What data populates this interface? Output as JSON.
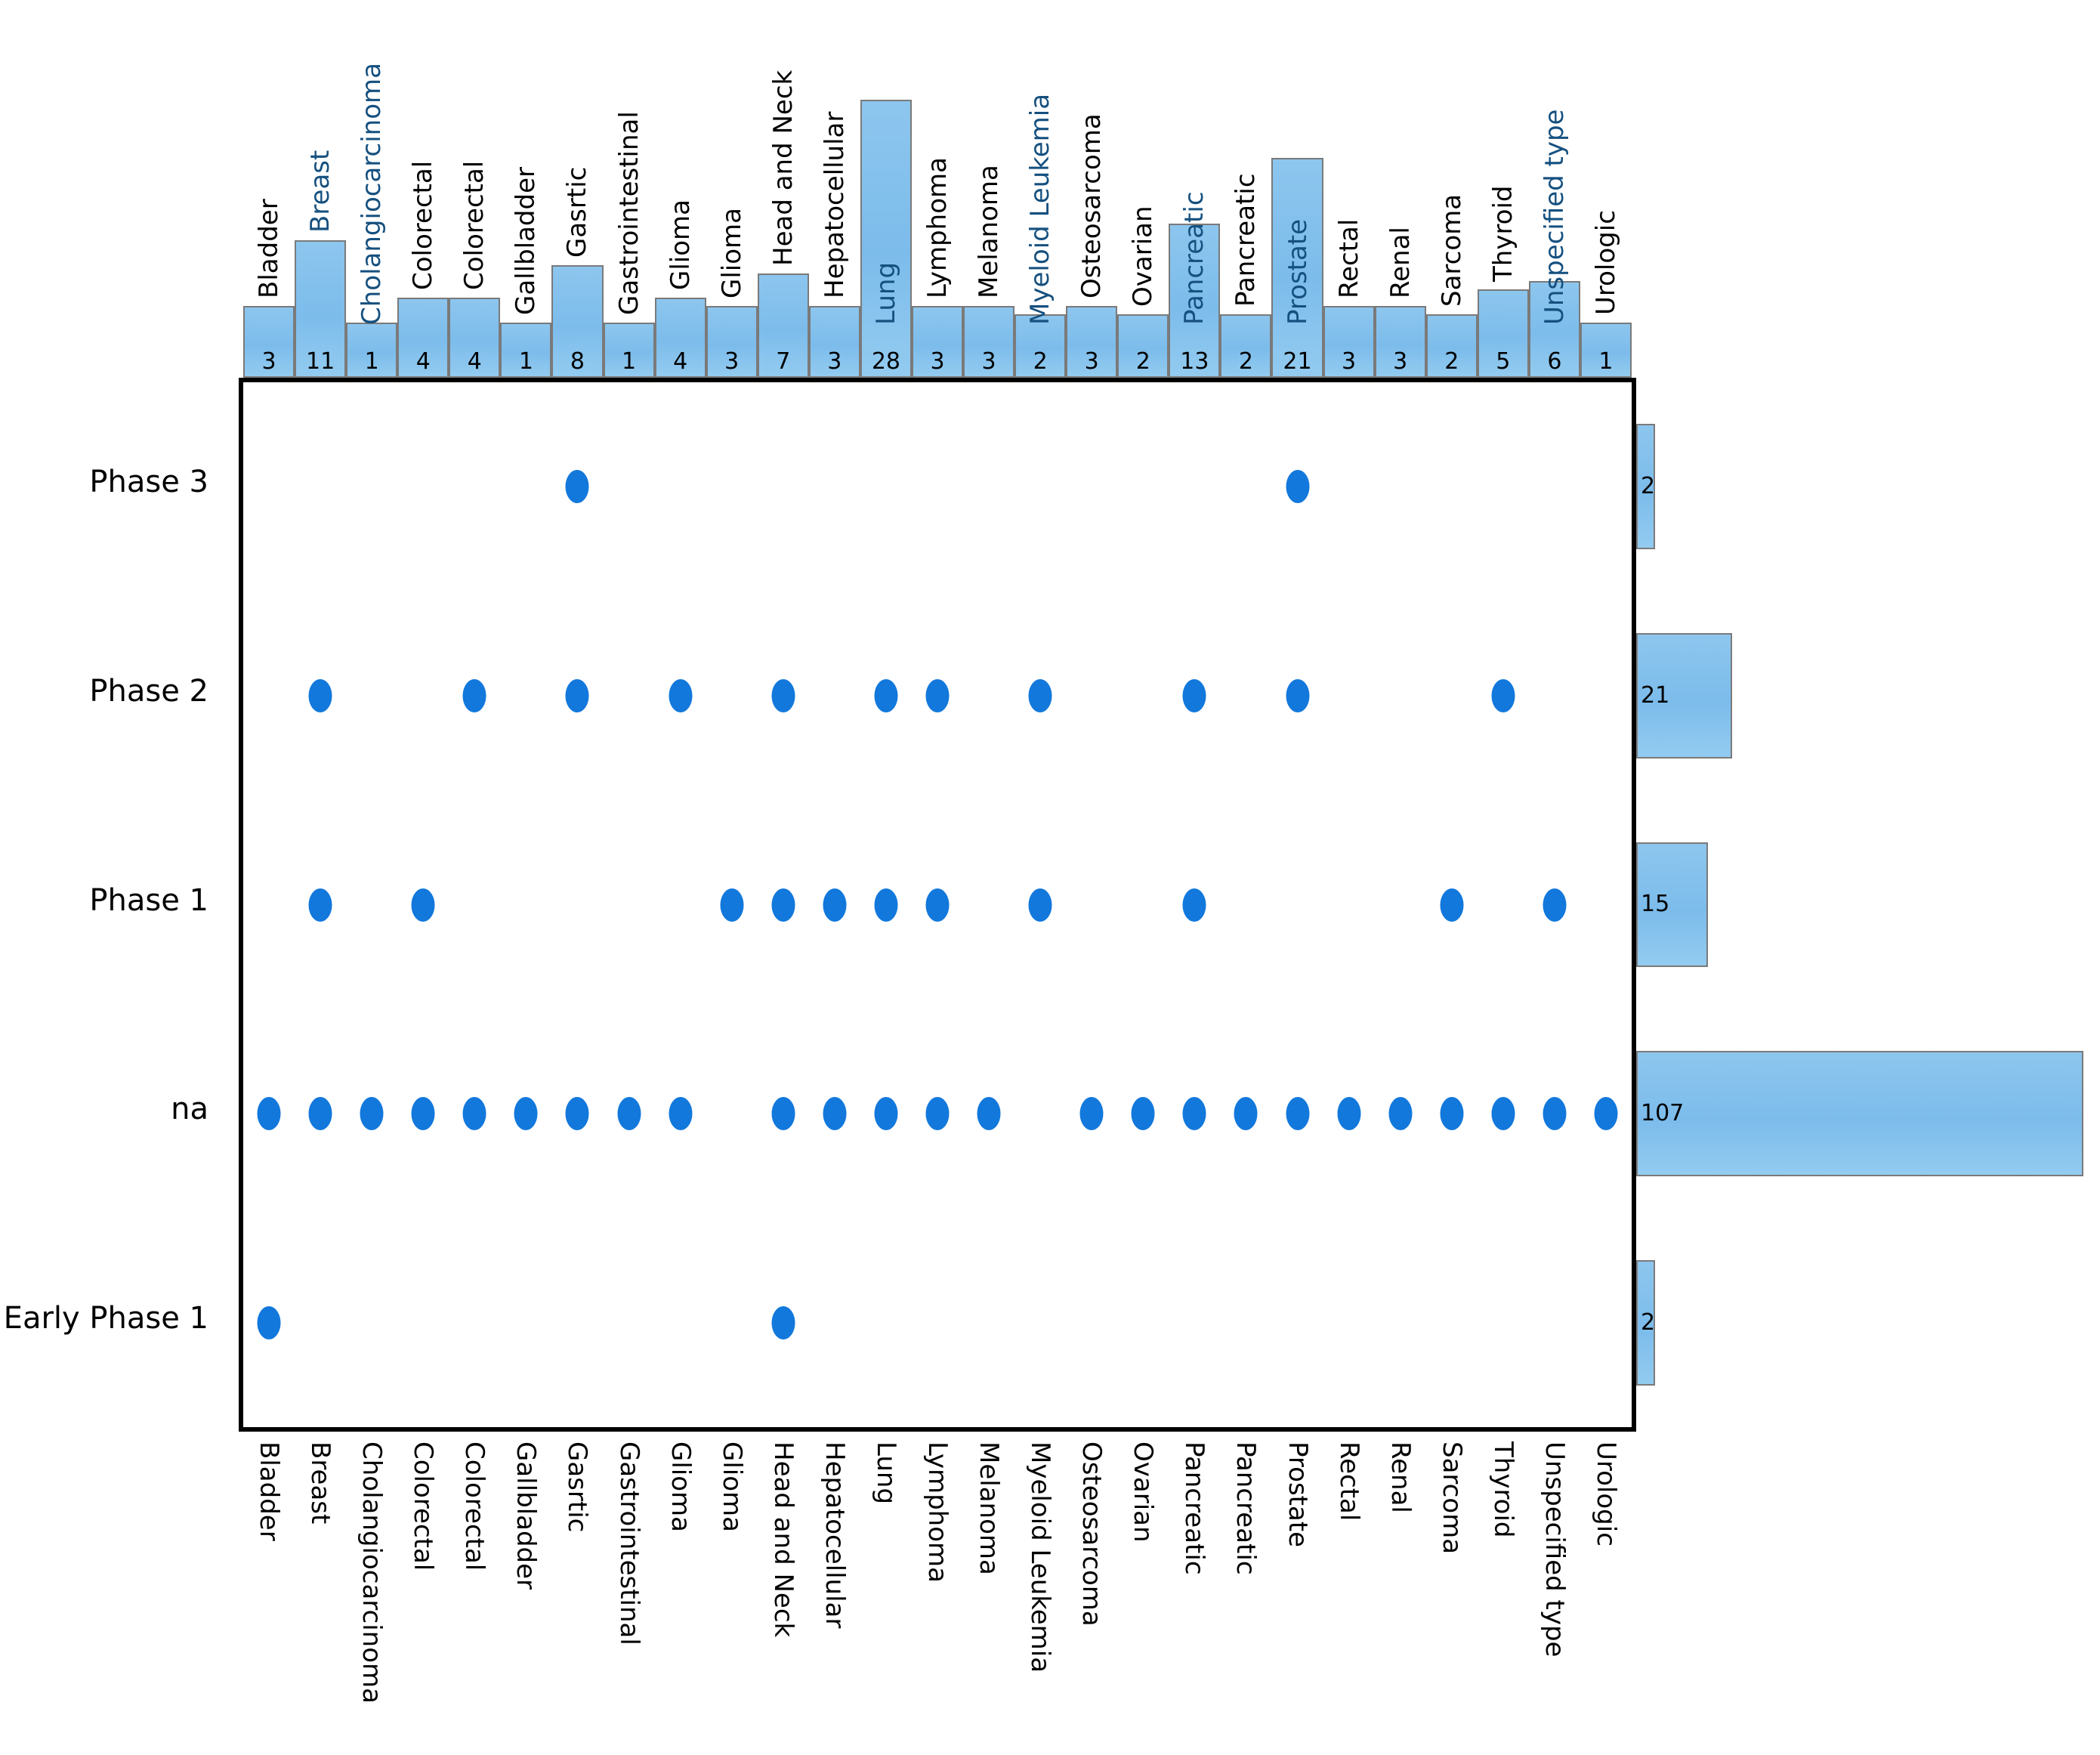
{
  "chart_data": {
    "type": "heatmap",
    "title": "",
    "subtitle": "",
    "xlabel": "",
    "ylabel": "",
    "grid": false,
    "legend": "none",
    "description": "UpSet-style dot matrix: cancer types (columns) by clinical trial phase (rows), with marginal bar charts of counts.",
    "categories": [
      "Bladder",
      "Breast",
      "Cholangiocarcinoma",
      "Colorectal",
      "Colorectal",
      "Gallbladder",
      "Gasrtic",
      "Gastrointestinal",
      "Glioma",
      "Glioma",
      "Head and Neck",
      "Hepatocellular",
      "Lung",
      "Lymphoma",
      "Melanoma",
      "Myeloid Leukemia",
      "Osteosarcoma",
      "Ovarian",
      "Pancreatic",
      "Pancreatic",
      "Prostate",
      "Rectal",
      "Renal",
      "Sarcoma",
      "Thyroid",
      "Unspecified type",
      "Urologic"
    ],
    "top_bar": {
      "type": "bar",
      "orientation": "vertical",
      "values": [
        3,
        11,
        1,
        4,
        4,
        1,
        8,
        1,
        4,
        3,
        7,
        3,
        28,
        3,
        3,
        2,
        3,
        2,
        13,
        2,
        21,
        3,
        3,
        2,
        5,
        6,
        1
      ],
      "ylim": [
        0,
        28
      ],
      "ylabel": ""
    },
    "rows": [
      "Phase 3",
      "Phase 2",
      "Phase 1",
      "na",
      "Early Phase 1"
    ],
    "right_bar": {
      "type": "bar",
      "orientation": "horizontal",
      "categories": [
        "Phase 3",
        "Phase 2",
        "Phase 1",
        "na",
        "Early Phase 1"
      ],
      "values": [
        2,
        21,
        15,
        107,
        2
      ],
      "xlim": [
        0,
        107
      ]
    },
    "matrix": {
      "row_labels": [
        "Phase 3",
        "Phase 2",
        "Phase 1",
        "na",
        "Early Phase 1"
      ],
      "dots": {
        "Phase 3": [
          6,
          20
        ],
        "Phase 2": [
          1,
          4,
          6,
          8,
          10,
          12,
          13,
          15,
          18,
          20,
          24
        ],
        "Phase 1": [
          1,
          3,
          9,
          10,
          11,
          12,
          13,
          15,
          18,
          23,
          25
        ],
        "na": [
          0,
          1,
          2,
          3,
          4,
          5,
          6,
          7,
          8,
          10,
          11,
          12,
          13,
          14,
          16,
          17,
          18,
          19,
          20,
          21,
          22,
          23,
          24,
          25,
          26
        ],
        "Early Phase 1": [
          0,
          10
        ]
      }
    },
    "colors": {
      "bar_fill": "#8dc6ee",
      "bar_stroke": "#7a7a7a",
      "dot": "#1278dc",
      "highlight_label": "#15507f",
      "axis": "#000000"
    }
  },
  "axes": {
    "top_labels": [
      "Bladder",
      "Breast",
      "Cholangiocarcinoma",
      "Colorectal",
      "Colorectal",
      "Gallbladder",
      "Gasrtic",
      "Gastrointestinal",
      "Glioma",
      "Glioma",
      "Head and Neck",
      "Hepatocellular",
      "Lung",
      "Lymphoma",
      "Melanoma",
      "Myeloid Leukemia",
      "Osteosarcoma",
      "Ovarian",
      "Pancreatic",
      "Pancreatic",
      "Prostate",
      "Rectal",
      "Renal",
      "Sarcoma",
      "Thyroid",
      "Unspecified type",
      "Urologic"
    ],
    "bottom_labels": [
      "Bladder",
      "Breast",
      "Cholangiocarcinoma",
      "Colorectal",
      "Colorectal",
      "Gallbladder",
      "Gasrtic",
      "Gastrointestinal",
      "Glioma",
      "Glioma",
      "Head and Neck",
      "Hepatocellular",
      "Lung",
      "Lymphoma",
      "Melanoma",
      "Myeloid Leukemia",
      "Osteosarcoma",
      "Ovarian",
      "Pancreatic",
      "Pancreatic",
      "Prostate",
      "Rectal",
      "Renal",
      "Sarcoma",
      "Thyroid",
      "Unspecified type",
      "Urologic"
    ],
    "y_labels": [
      "Phase 3",
      "Phase 2",
      "Phase 1",
      "na",
      "Early Phase 1"
    ],
    "top_bar_values": [
      "3",
      "11",
      "1",
      "4",
      "4",
      "1",
      "8",
      "1",
      "4",
      "3",
      "7",
      "3",
      "28",
      "3",
      "3",
      "2",
      "3",
      "2",
      "13",
      "2",
      "21",
      "3",
      "3",
      "2",
      "5",
      "6",
      "1"
    ],
    "right_bar_values": [
      "2",
      "21",
      "15",
      "107",
      "2"
    ]
  }
}
